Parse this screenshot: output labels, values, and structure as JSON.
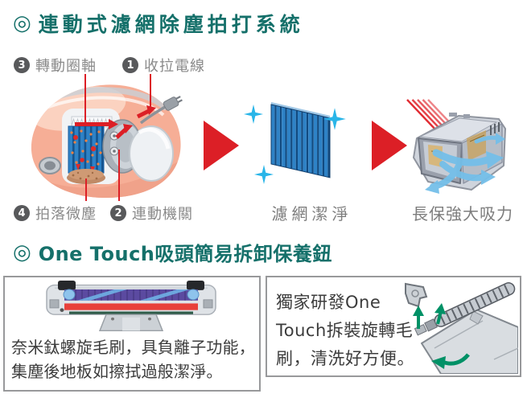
{
  "section1": {
    "bullet": "◎",
    "title": "連動式濾網除塵拍打系統",
    "labels": [
      {
        "num": "3",
        "text": "轉動圈軸"
      },
      {
        "num": "1",
        "text": "收拉電線"
      },
      {
        "num": "4",
        "text": "拍落微塵"
      },
      {
        "num": "2",
        "text": "連動機關"
      }
    ],
    "caption_filter": "濾網潔淨",
    "caption_suction": "長保強大吸力"
  },
  "section2": {
    "bullet": "◎",
    "title": "One Touch吸頭簡易拆卸保養鈕",
    "left_box": {
      "line1": "奈米鈦螺旋毛刷，具負離子功能，",
      "line2": "集塵後地板如擦拭過般潔淨。"
    },
    "right_box": {
      "line1": "獨家研發One",
      "line2": "Touch拆裝旋轉毛",
      "line3": "刷，清洗好方便。"
    }
  },
  "colors": {
    "heading_teal": "#15706a",
    "arrow_red": "#dc1f26",
    "label_gray": "#8a8a8a",
    "badge_gray": "#58595b",
    "filter_blue": "#2e82c6",
    "sparkle_cyan": "#29b5e8",
    "airflow_blue": "#74bfe9",
    "green_arrow": "#009166",
    "box_border_gray": "#98999b"
  }
}
